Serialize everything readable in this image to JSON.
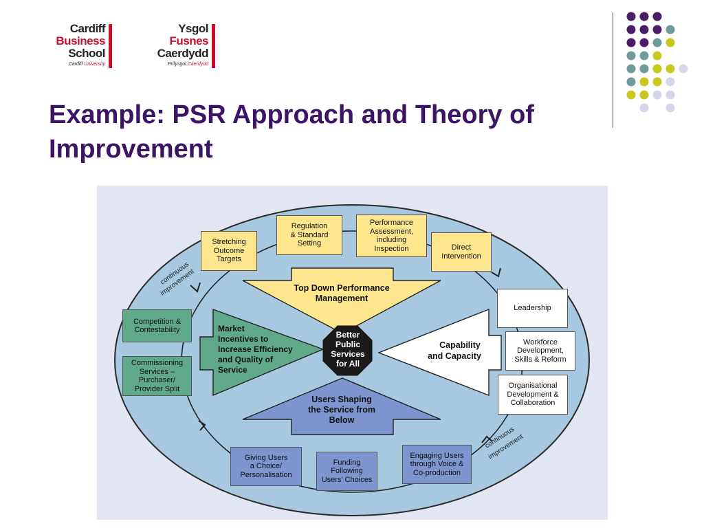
{
  "logos": {
    "en": {
      "line1": "Cardiff",
      "line2": "Business",
      "line3": "School",
      "sub_a": "Cardiff",
      "sub_b": "University"
    },
    "cy": {
      "line1": "Ysgol",
      "line2": "Fusnes",
      "line3": "Caerdydd",
      "sub_a": "Prifysgol",
      "sub_b": "Caerdydd"
    }
  },
  "title": "Example:  PSR Approach and Theory of Improvement",
  "diagram": {
    "top_boxes": [
      {
        "id": "stretching",
        "text": "Stretching\nOutcome\nTargets"
      },
      {
        "id": "regulation",
        "text": "Regulation\n& Standard\nSetting"
      },
      {
        "id": "performance",
        "text": "Performance\nAssessment,\nincluding\nInspection"
      },
      {
        "id": "direct",
        "text": "Direct\nIntervention"
      }
    ],
    "left_boxes": [
      {
        "id": "competition",
        "text": "Competition &\nContestability"
      },
      {
        "id": "commissioning",
        "text": "Commissioning\nServices –\nPurchaser/\nProvider Split"
      }
    ],
    "right_boxes": [
      {
        "id": "leadership",
        "text": "Leadership"
      },
      {
        "id": "workforce",
        "text": "Workforce\nDevelopment,\nSkills & Reform"
      },
      {
        "id": "organisational",
        "text": "Organisational\nDevelopment &\nCollaboration"
      }
    ],
    "bottom_boxes": [
      {
        "id": "giving",
        "text": "Giving Users\na Choice/\nPersonalisation"
      },
      {
        "id": "funding",
        "text": "Funding\nFollowing\nUsers' Choices"
      },
      {
        "id": "engaging",
        "text": "Engaging Users\nthrough Voice &\nCo-production"
      }
    ],
    "arrows": {
      "top": [
        "Top Down Performance",
        "Management"
      ],
      "left": [
        "Market",
        "Incentives to",
        "Increase Efficiency",
        "and Quality of",
        "Service"
      ],
      "right": [
        "Capability",
        "and Capacity"
      ],
      "bottom": [
        "Users Shaping",
        "the Service from",
        "Below"
      ]
    },
    "center": [
      "Better",
      "Public",
      "Services",
      "for All"
    ],
    "cycle_labels": {
      "upper_left": [
        "continuous",
        "improvement"
      ],
      "lower_right": [
        "continuous",
        "improvement"
      ]
    }
  },
  "colors": {
    "title": "#3b1466",
    "yellow": "#fde68d",
    "green": "#5fa88a",
    "blue": "#7d94cf",
    "ellipse": "#a7c8de",
    "center": "#1a1a1a",
    "dot_purple": "#4b1d66",
    "dot_teal": "#6f9c9a",
    "dot_lime": "#c8c81e",
    "dot_lavender": "#d4d6ea"
  }
}
